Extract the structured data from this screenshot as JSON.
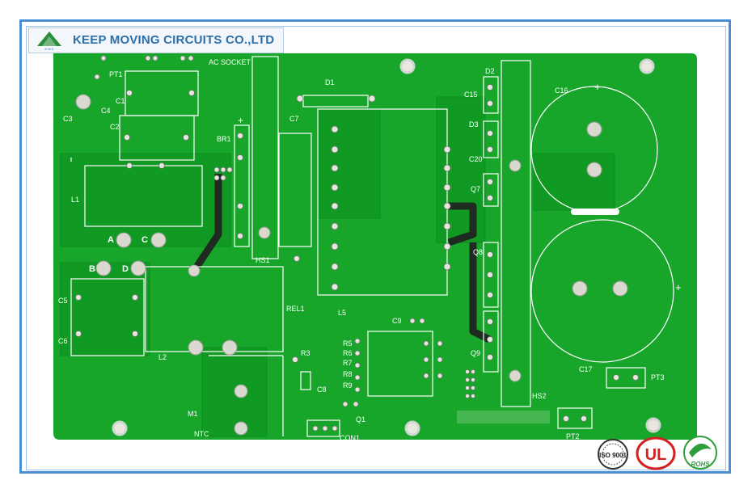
{
  "company": {
    "name": "KEEP MOVING CIRCUITS CO.,LTD",
    "logo_text": "K M C"
  },
  "board": {
    "silkscreen_labels": {
      "ac_socket": "AC SOCKET",
      "pt1": "PT1",
      "c1": "C1",
      "c2": "C2",
      "c3": "C3",
      "c4": "C4",
      "l1": "L1",
      "pad_a": "A",
      "pad_c": "C",
      "pad_b": "B",
      "pad_d": "D",
      "c5": "C5",
      "c6": "C6",
      "l2": "L2",
      "rel1": "REL1",
      "br1": "BR1",
      "hs1": "HS1",
      "c7": "C7",
      "d1": "D1",
      "l5": "L5",
      "c9": "C9",
      "r5": "R5",
      "r6": "R6",
      "r7": "R7",
      "r8": "R8",
      "r9": "R9",
      "r3": "R3",
      "c8": "C8",
      "q1": "Q1",
      "con1": "CON1",
      "m1": "M1",
      "ntc": "NTC",
      "d2": "D2",
      "c15": "C15",
      "d3": "D3",
      "c20": "C20",
      "q7": "Q7",
      "q8": "Q8",
      "q9": "Q9",
      "hs2": "HS2",
      "c16": "C16",
      "c17": "C17",
      "pt3": "PT3",
      "pt2": "PT2",
      "plus_sign": "+"
    }
  },
  "certifications": {
    "iso": "ISO 9001",
    "ul": "UL",
    "rohs": "ROHS"
  },
  "colors": {
    "board_green": "#17a52a",
    "trace_green": "#0f8a1f",
    "silkscreen": "#ffffff",
    "frame_blue": "#4a8fd6",
    "brand_blue": "#2b6fa8",
    "ul_red": "#d42020",
    "rohs_green": "#2e9e3a"
  }
}
